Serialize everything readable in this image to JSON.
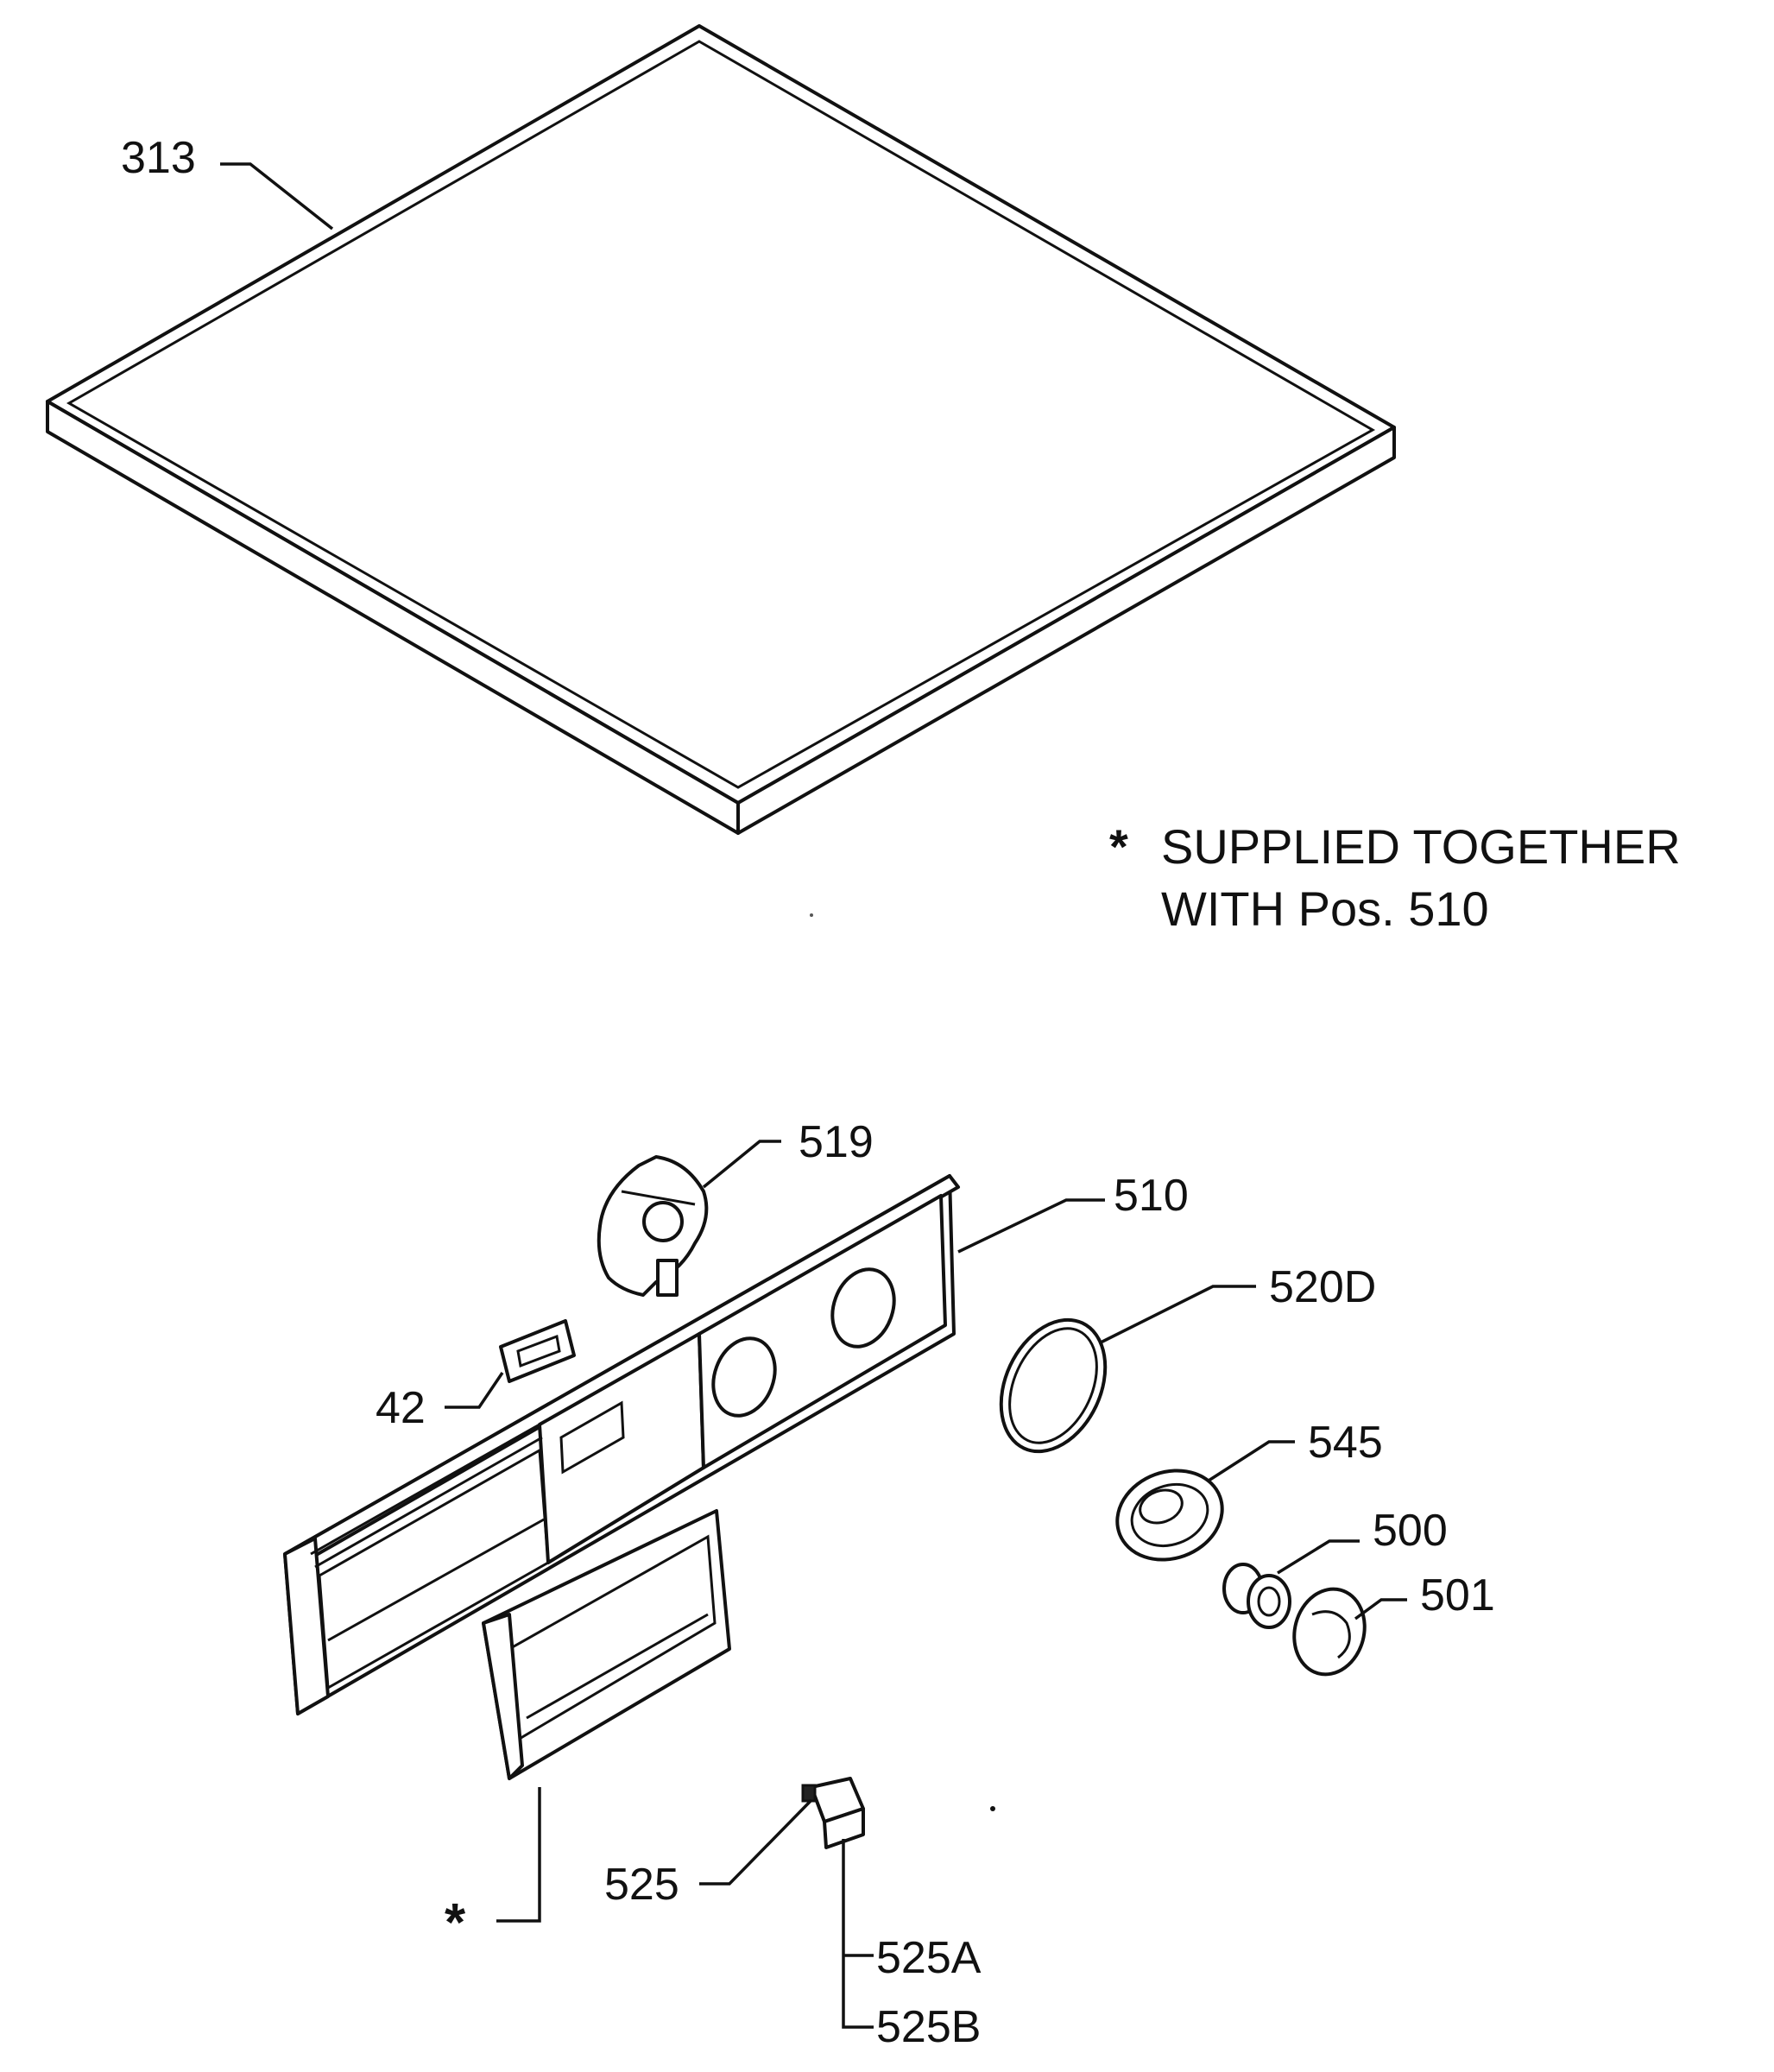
{
  "note": {
    "star": "*",
    "line1": "SUPPLIED TOGETHER",
    "line2": "WITH Pos. 510"
  },
  "callouts": [
    {
      "id": "313",
      "text": "313"
    },
    {
      "id": "519",
      "text": "519"
    },
    {
      "id": "510",
      "text": "510"
    },
    {
      "id": "520D",
      "text": "520D"
    },
    {
      "id": "42",
      "text": "42"
    },
    {
      "id": "545",
      "text": "545"
    },
    {
      "id": "500",
      "text": "500"
    },
    {
      "id": "501",
      "text": "501"
    },
    {
      "id": "525",
      "text": "525"
    },
    {
      "id": "525A",
      "text": "525A"
    },
    {
      "id": "525B",
      "text": "525B"
    },
    {
      "id": "star",
      "text": "*"
    }
  ]
}
